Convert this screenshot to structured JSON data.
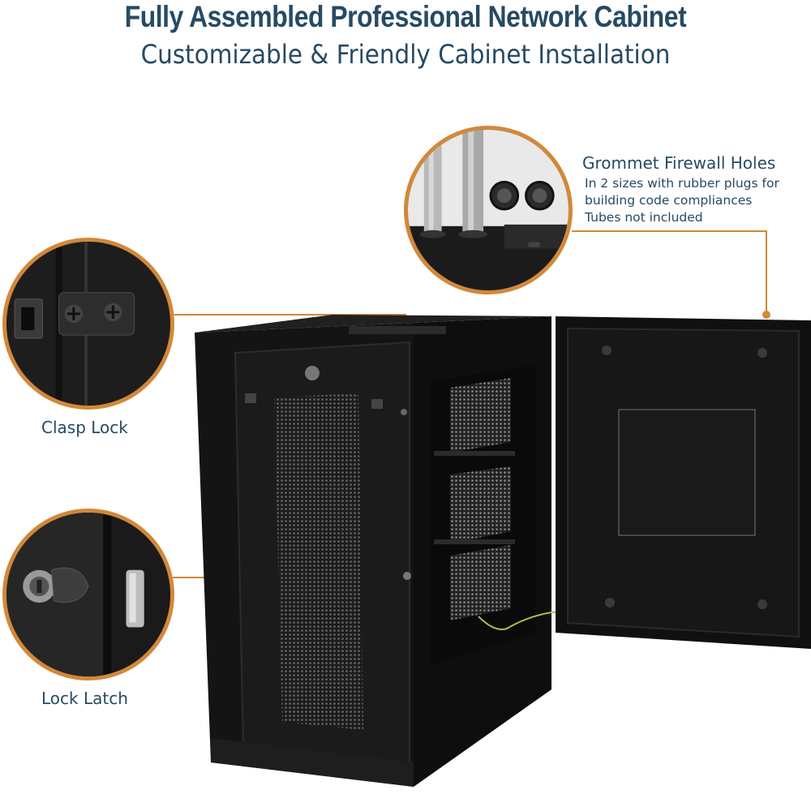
{
  "header": {
    "title": "Fully Assembled Professional Network Cabinet",
    "subtitle": "Customizable & Friendly Cabinet Installation"
  },
  "callouts": {
    "grommet": {
      "title": "Grommet Firewall Holes",
      "lines": [
        "In 2 sizes with rubber plugs for",
        "building code compliances",
        "Tubes not included"
      ]
    },
    "clasp": {
      "label": "Clasp Lock"
    },
    "latch": {
      "label": "Lock Latch"
    }
  },
  "colors": {
    "accent": "#d2883a",
    "text": "#264a63",
    "cabinet": "#151515"
  }
}
